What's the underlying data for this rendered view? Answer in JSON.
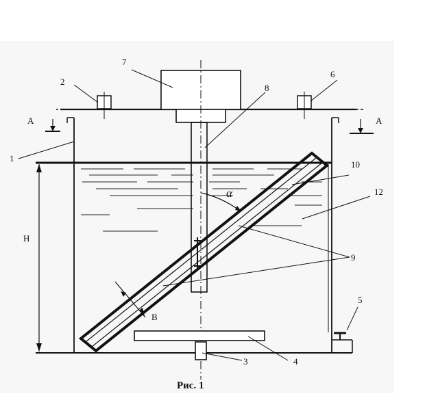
{
  "caption": "Рис. 1",
  "labels": {
    "n1": "1",
    "n2": "2",
    "n3": "3",
    "n4": "4",
    "n5": "5",
    "n6": "6",
    "n7": "7",
    "n8": "8",
    "n9": "9",
    "n10": "10",
    "n12": "12"
  },
  "section": {
    "left": "A",
    "right": "A"
  },
  "dims": {
    "height": "H",
    "width": "B",
    "angle": "α"
  }
}
